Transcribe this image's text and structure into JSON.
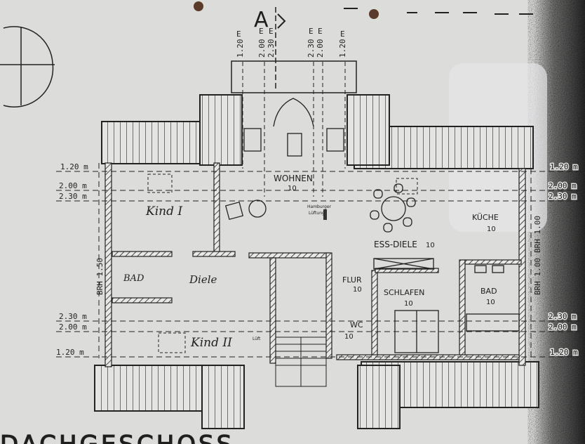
{
  "plan": {
    "title_partial": "DACHGESCHOSS",
    "section_marker": "A",
    "rooms": {
      "wohnen": "WOHNEN",
      "kind1": "Kind I",
      "kind2": "Kind II",
      "bad_left": "BAD",
      "diele": "Diele",
      "ess_diele": "ESS-DIELE",
      "kueche": "KÜCHE",
      "flur": "FLUR",
      "schlafen": "SCHLAFEN",
      "bad_right": "BAD",
      "wc": "WC"
    },
    "room_marker": "10",
    "annotations": {
      "hamburger_1": "Hamburger",
      "hamburger_2": "Lüftung",
      "lueft": "Lüft",
      "brh_left": "BRH 1.50",
      "brh_right_1": "BRH 1.00",
      "brh_right_2": "BRH 1.00"
    },
    "dimensions": {
      "h120": "1.20 m",
      "h200": "2.00 m",
      "h230": "2.30 m",
      "v120": "1.20",
      "v200": "2.00",
      "v230": "2.30",
      "e": "E"
    },
    "colors": {
      "paper": "#dcdcda",
      "ink": "#1e1e1e",
      "shadow": "#3a3a3a"
    }
  }
}
